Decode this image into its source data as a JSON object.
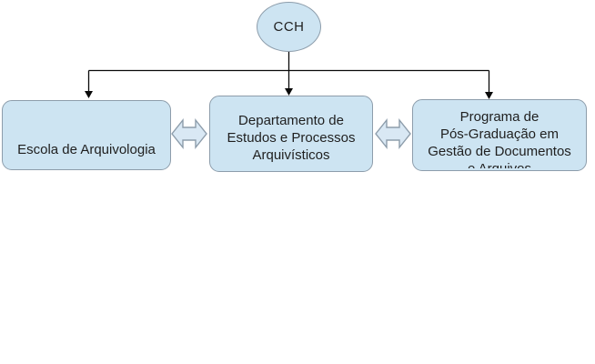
{
  "diagram": {
    "type": "org-chart",
    "root": {
      "label": "CCH",
      "shape": "ellipse"
    },
    "boxes": [
      {
        "name": "escola-de-arquivologia",
        "lines": [
          "Escola de Arquivologia"
        ]
      },
      {
        "name": "departamento-estudos-processos-arquivisticos",
        "lines": [
          "Departamento de",
          "Estudos e Processos",
          "Arquivísticos"
        ]
      },
      {
        "name": "programa-pos-graduacao-gestao-documentos",
        "lines": [
          "Programa de",
          "Pós-Graduação em",
          "Gestão de Documentos",
          "e Arquivos"
        ],
        "last_line_clipped": true
      }
    ],
    "connectors": {
      "tree": "root connects down to all three boxes with arrowheads",
      "between_boxes": "double-headed left-right block arrows"
    },
    "colors": {
      "shape_fill": "#cde4f2",
      "arrow_fill": "#d9e8f4",
      "shape_border": "#8d9dab",
      "line": "#0a0a0a",
      "text": "#1f1f1f",
      "background": "#ffffff"
    }
  }
}
